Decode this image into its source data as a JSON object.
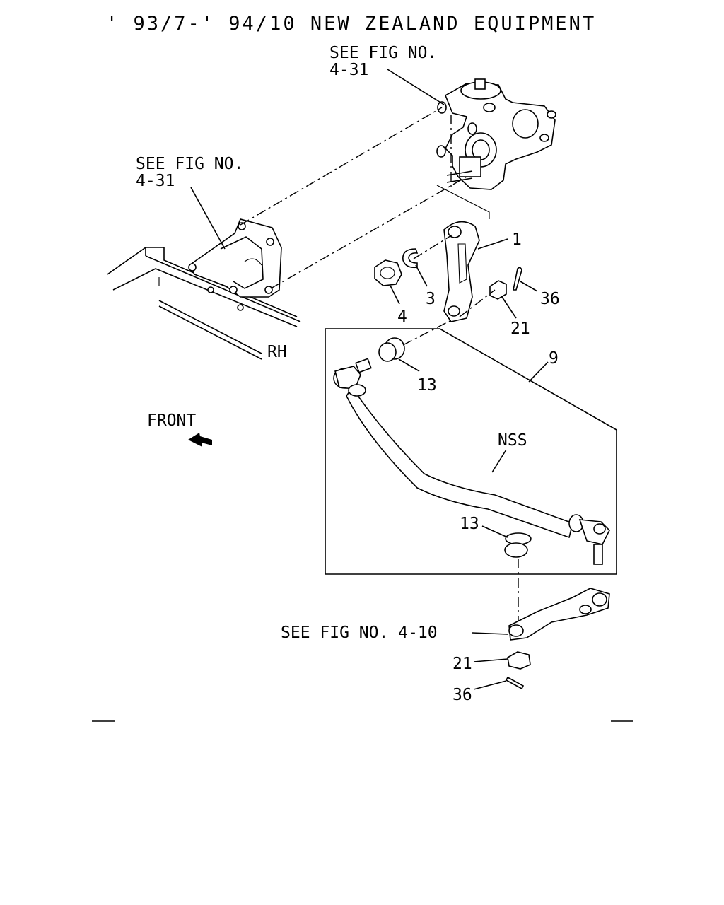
{
  "title": "' 93/7-' 94/10 NEW ZEALAND EQUIPMENT",
  "refs": {
    "gearbox_ref_line1": "SEE FIG NO.",
    "gearbox_ref_line2": "4-31",
    "bracket_ref_line1": "SEE FIG NO.",
    "bracket_ref_line2": "4-31",
    "idler_ref": "SEE FIG NO. 4-10"
  },
  "labels": {
    "side": "RH",
    "front": "FRONT",
    "nss": "NSS"
  },
  "callouts": {
    "pitman_arm": "1",
    "lock_washer": "3",
    "nut": "4",
    "nut_upper": "21",
    "cotter_pin_upper": "36",
    "drag_link_assy": "9",
    "dust_boot_upper": "13",
    "dust_boot_lower": "13",
    "nut_lower": "21",
    "cotter_pin_lower": "36"
  }
}
